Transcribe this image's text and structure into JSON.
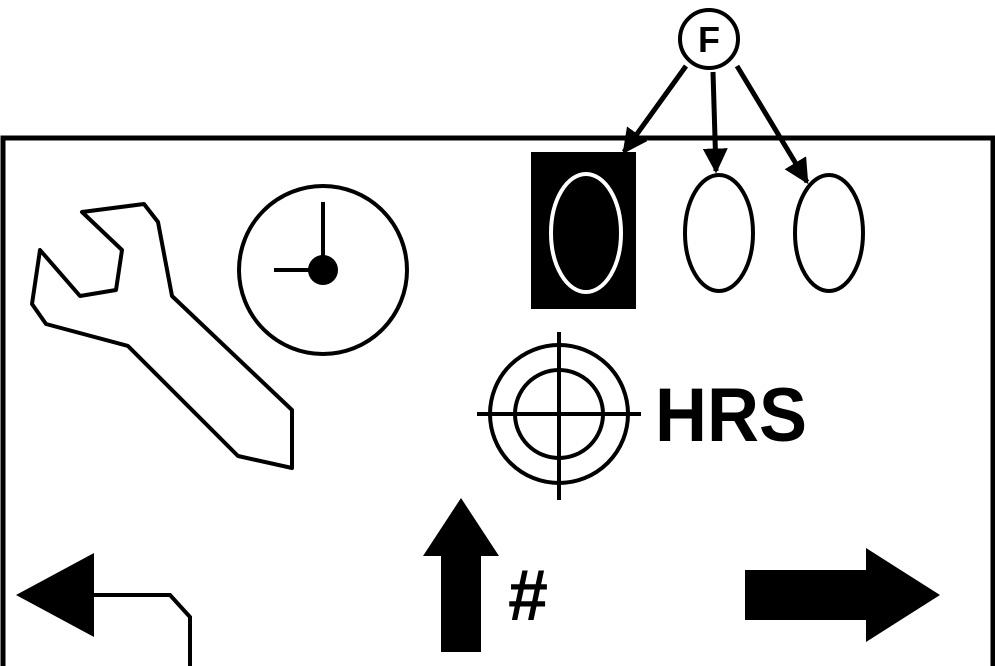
{
  "callout": {
    "letter": "F",
    "targets": 3
  },
  "display": {
    "hours_label": "HRS",
    "number_symbol": "#",
    "selected_slot_index": 0,
    "slot_count": 3
  },
  "icons": {
    "wrench": "wrench-icon",
    "clock": "clock-icon",
    "crosshair": "crosshair-icon",
    "back_arrow": "back-arrow-icon",
    "up_arrow": "up-arrow-icon",
    "right_arrow": "right-arrow-icon"
  },
  "colors": {
    "ink": "#000000",
    "paper": "#ffffff"
  }
}
